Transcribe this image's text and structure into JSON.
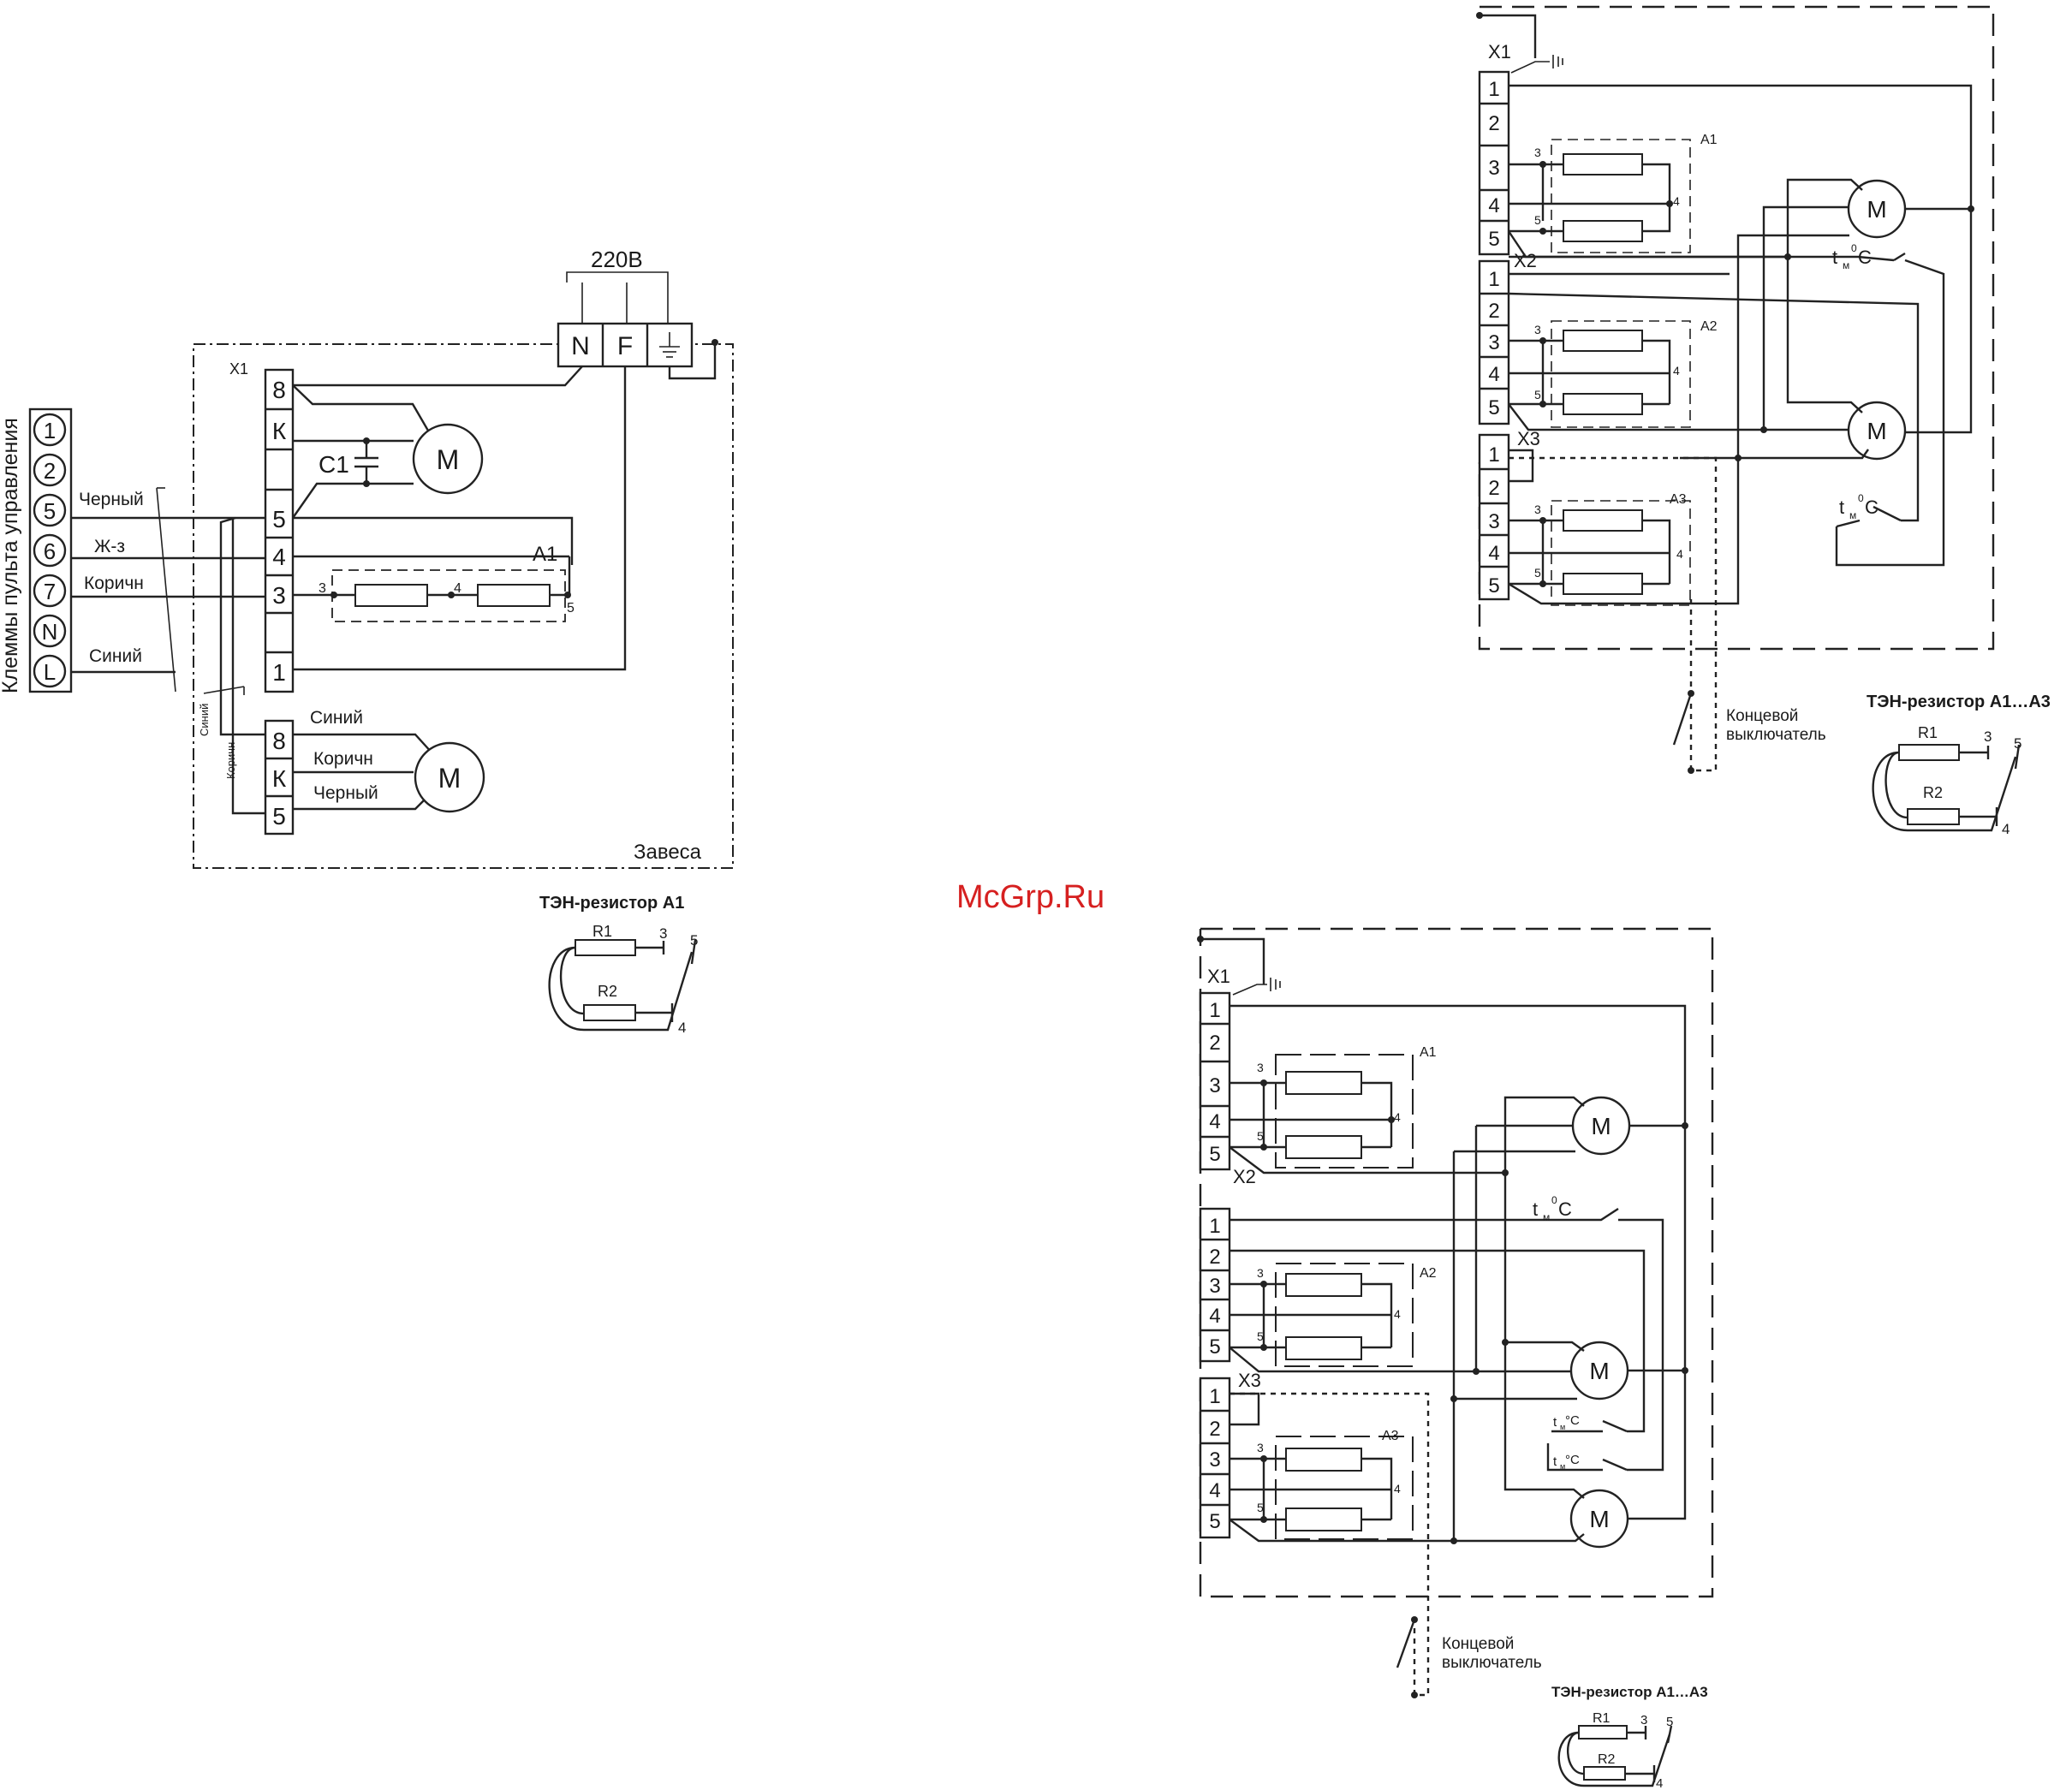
{
  "watermark": "McGrp.Ru",
  "diagram1": {
    "control_terminals_label": "Клеммы пульта управления",
    "control_terminals": [
      "1",
      "2",
      "5",
      "6",
      "7",
      "N",
      "L"
    ],
    "wire_labels": [
      "Черный",
      "Ж-з",
      "Коричн",
      "Синий"
    ],
    "supply_label": "220В",
    "supply_terminals": [
      "N",
      "F"
    ],
    "x1_label": "X1",
    "x1_terminals": [
      "8",
      "К",
      "",
      "5",
      "4",
      "3",
      "",
      "1"
    ],
    "capacitor_label": "C1",
    "motor_label": "M",
    "heater_label": "A1",
    "heater_taps": [
      "3",
      "4",
      "5"
    ],
    "small_wire_labels": [
      "Синий",
      "Коричн"
    ],
    "motor2_terminals": [
      "8",
      "К",
      "5"
    ],
    "motor2_wire_labels": [
      "Синий",
      "Коричн",
      "Черный"
    ],
    "enclosure_label": "Завеса",
    "detail_title": "ТЭН-резистор А1",
    "detail_r1": "R1",
    "detail_r2": "R2",
    "detail_taps": [
      "3",
      "5",
      "4"
    ]
  },
  "diagram2": {
    "x1_label": "X1",
    "x2_label": "X2",
    "x3_label": "X3",
    "x1_terminals": [
      "1",
      "2",
      "3",
      "4",
      "5"
    ],
    "x2_terminals": [
      "1",
      "2",
      "3",
      "4",
      "5"
    ],
    "x3_terminals": [
      "1",
      "2",
      "3",
      "4",
      "5"
    ],
    "heaters": [
      "A1",
      "A2",
      "А3"
    ],
    "tap_3": "3",
    "tap_4": "4",
    "tap_5": "5",
    "motor_label": "M",
    "thermostat_t": "t",
    "thermostat_sub": "м",
    "thermostat_deg": "0",
    "thermostat_c": "C",
    "limit_switch_line1": "Концевой",
    "limit_switch_line2": "выключатель",
    "detail_title": "ТЭН-резистор А1…А3",
    "detail_r1": "R1",
    "detail_r2": "R2",
    "detail_taps": [
      "3",
      "5",
      "4"
    ]
  },
  "diagram3": {
    "x1_label": "X1",
    "x2_label": "X2",
    "x3_label": "X3",
    "x1_terminals": [
      "1",
      "2",
      "3",
      "4",
      "5"
    ],
    "x2_terminals": [
      "1",
      "2",
      "3",
      "4",
      "5"
    ],
    "x3_terminals": [
      "1",
      "2",
      "3",
      "4",
      "5"
    ],
    "heaters": [
      "A1",
      "A2",
      "А3"
    ],
    "tap_3": "3",
    "tap_4": "4",
    "tap_5": "5",
    "motor_label": "M",
    "thermostat_t": "t",
    "thermostat_sub": "м",
    "thermostat_deg": "0",
    "thermostat_c": "C",
    "thermostat_small_t": "t",
    "thermostat_small_sub": "м",
    "thermostat_small_c": "°C",
    "limit_switch_line1": "Концевой",
    "limit_switch_line2": "выключатель",
    "detail_title": "ТЭН-резистор А1…А3",
    "detail_r1": "R1",
    "detail_r2": "R2",
    "detail_taps": [
      "3",
      "5",
      "4"
    ]
  }
}
